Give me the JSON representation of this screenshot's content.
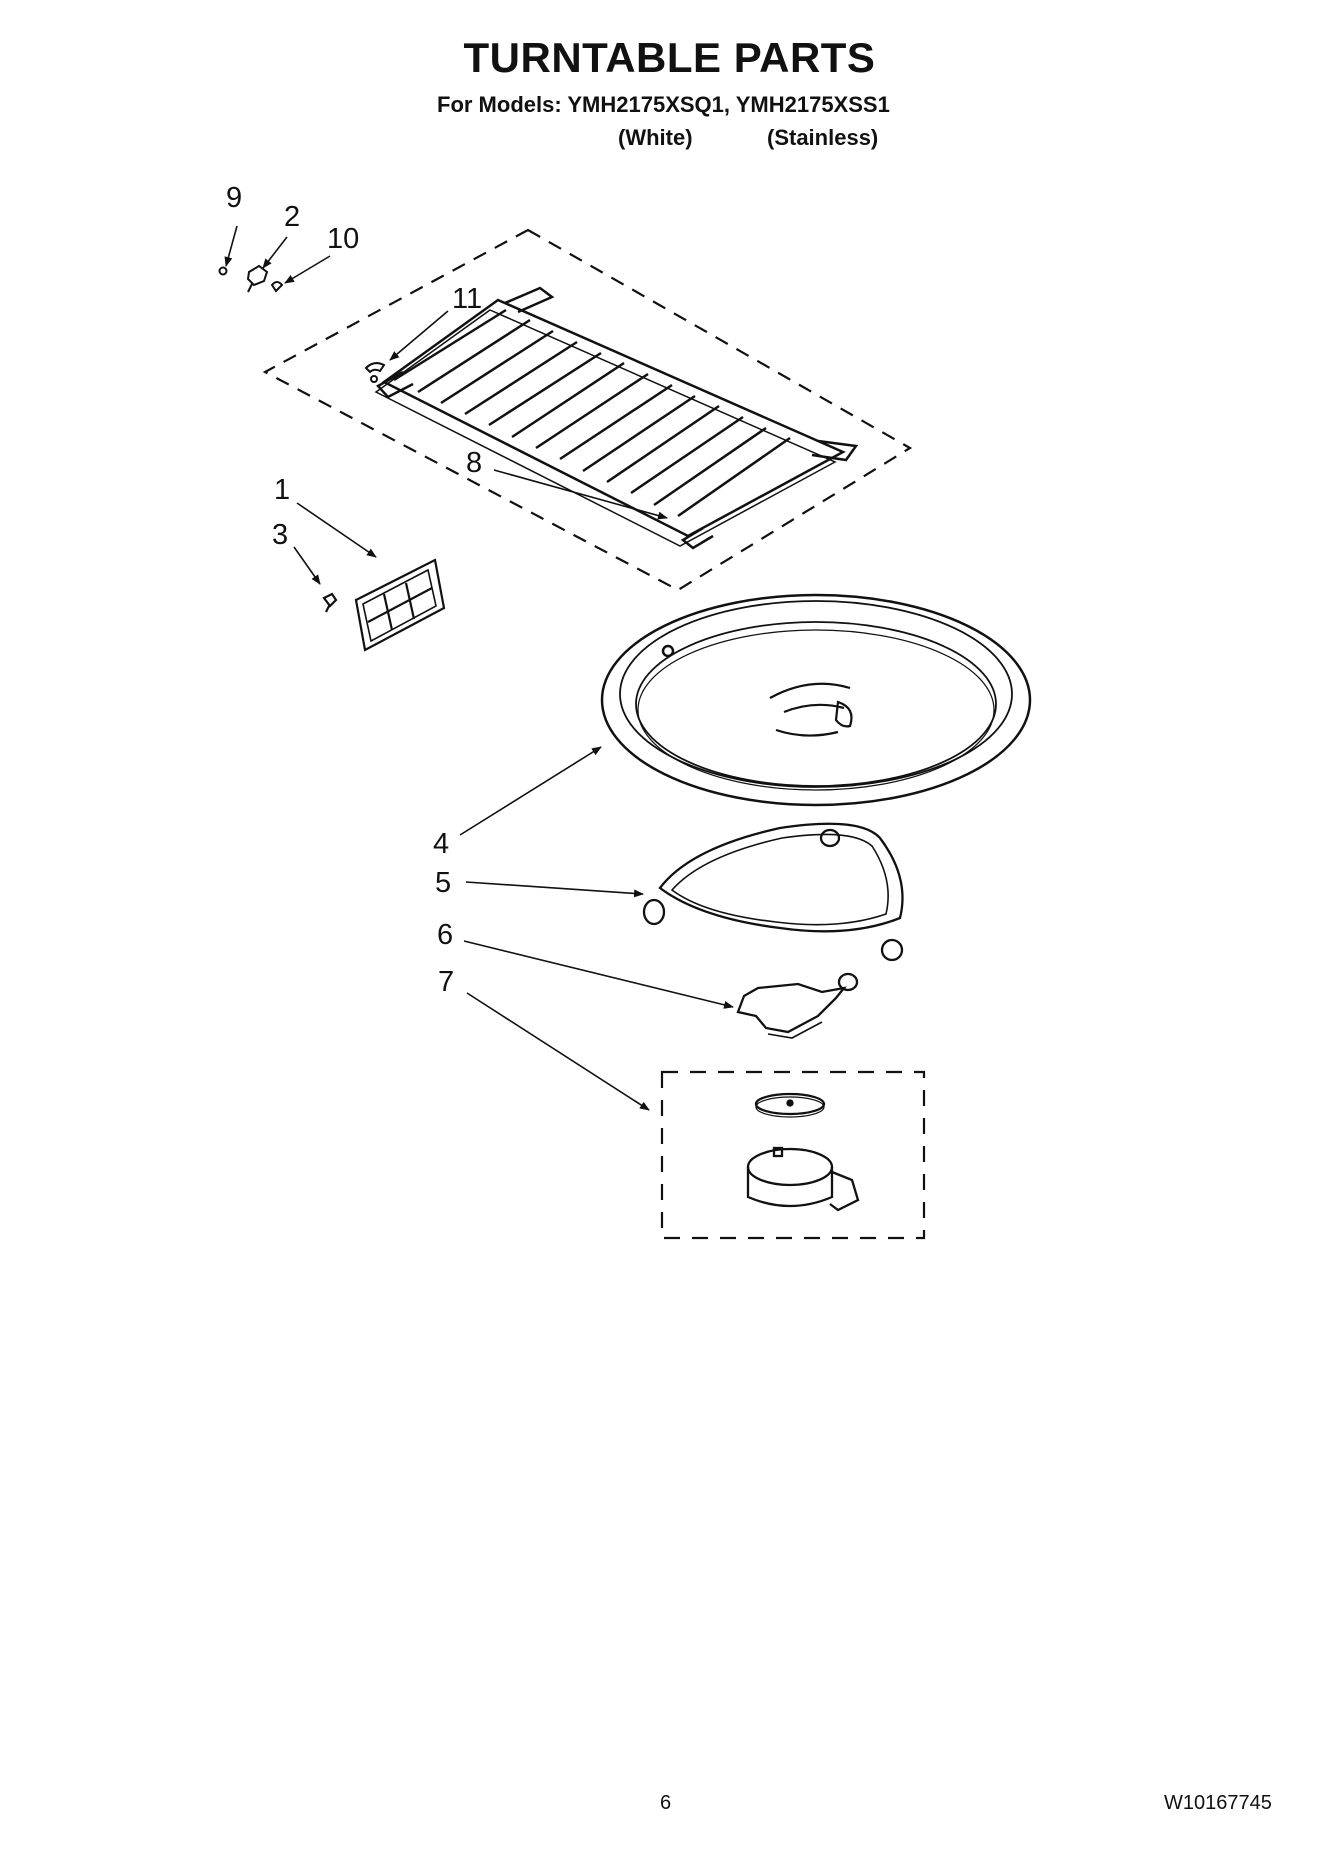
{
  "header": {
    "title": "TURNTABLE PARTS",
    "models_line": "For Models: YMH2175XSQ1, YMH2175XSS1",
    "variant_white": "(White)",
    "variant_stainless": "(Stainless)"
  },
  "callouts": [
    "9",
    "2",
    "10",
    "11",
    "8",
    "1",
    "3",
    "4",
    "5",
    "6",
    "7"
  ],
  "footer": {
    "page_number": "6",
    "document_number": "W10167745"
  }
}
